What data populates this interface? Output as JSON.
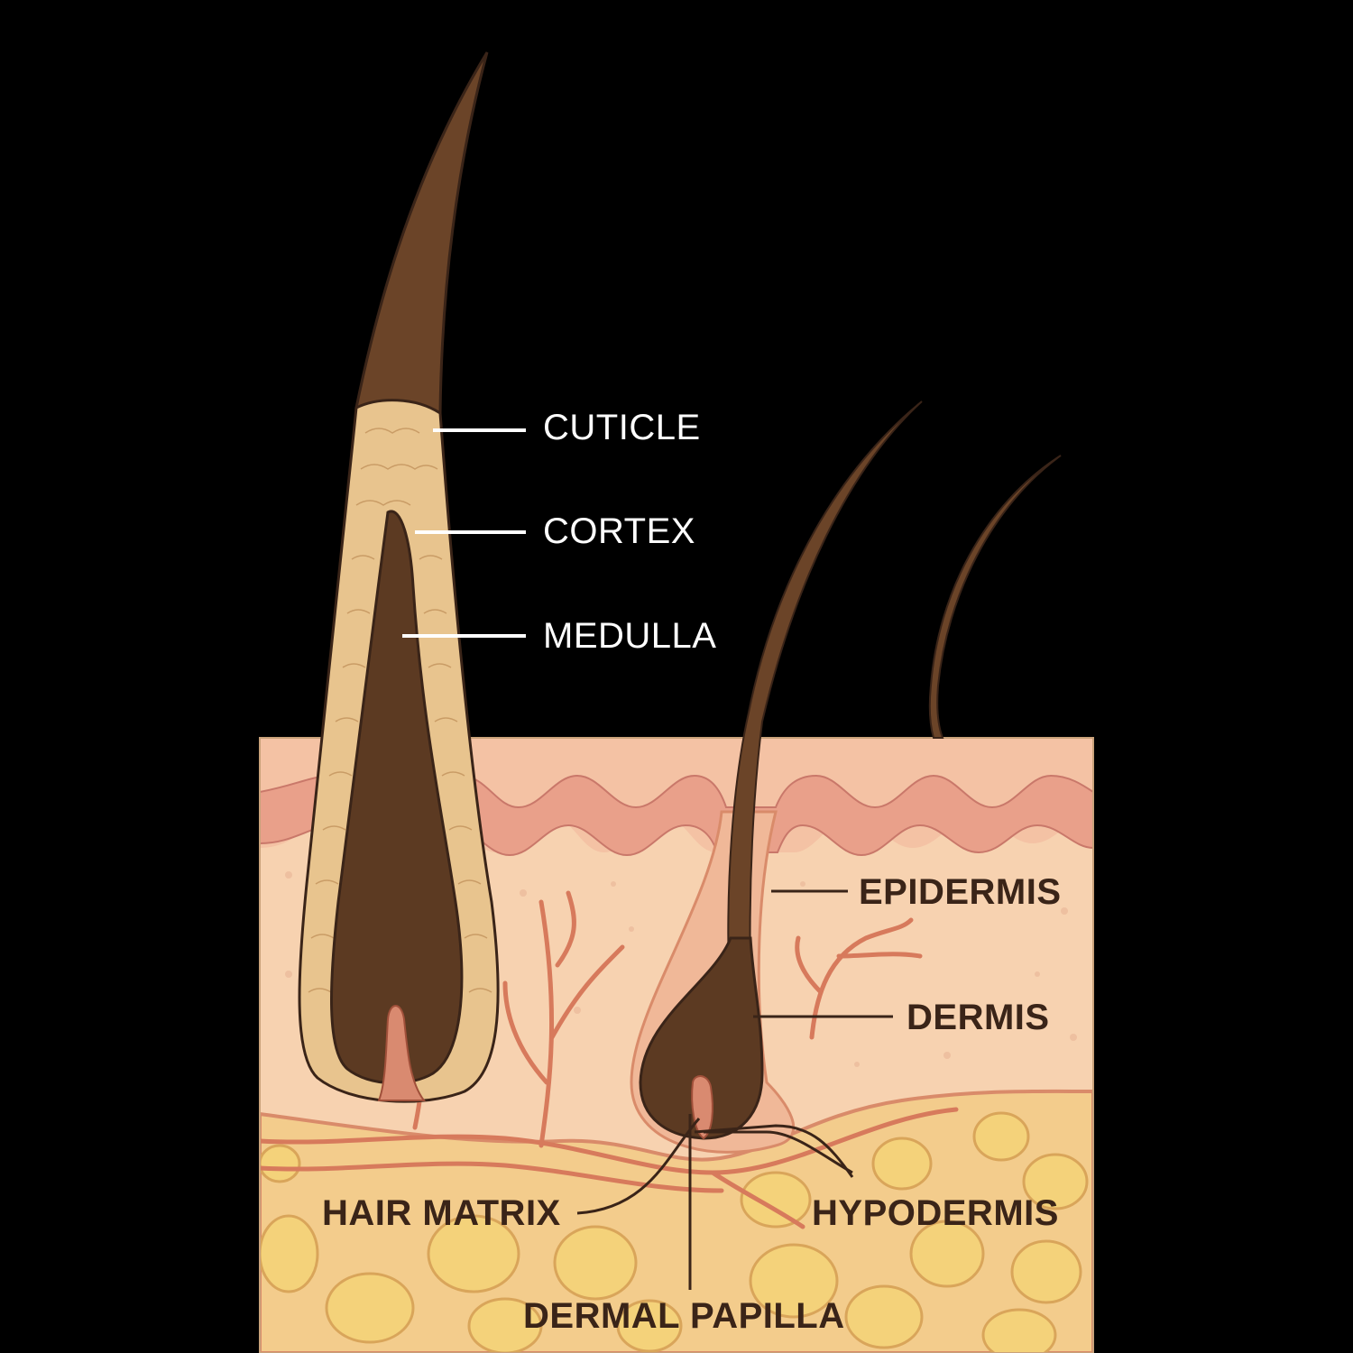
{
  "labels": {
    "cuticle": "CUTICLE",
    "cortex": "CORTEX",
    "medulla": "MEDULLA",
    "epidermis": "EPIDERMIS",
    "dermis": "DERMIS",
    "hair_matrix": "HAIR MATRIX",
    "hypodermis": "HYPODERMIS",
    "dermal_papilla": "DERMAL PAPILLA"
  },
  "colors": {
    "background": "#000000",
    "hair_shaft": "#6b4428",
    "hair_dark": "#4a2e1a",
    "cuticle_sheath": "#e8c48e",
    "epidermis": "#f2b89a",
    "epidermis_wave": "#e89a84",
    "dermis": "#f7d2b0",
    "hypodermis": "#f3cc8c",
    "fat_cell": "#f4d27a",
    "vessel": "#d77a5c",
    "label_light": "#ffffff",
    "label_dark": "#3a2418"
  }
}
